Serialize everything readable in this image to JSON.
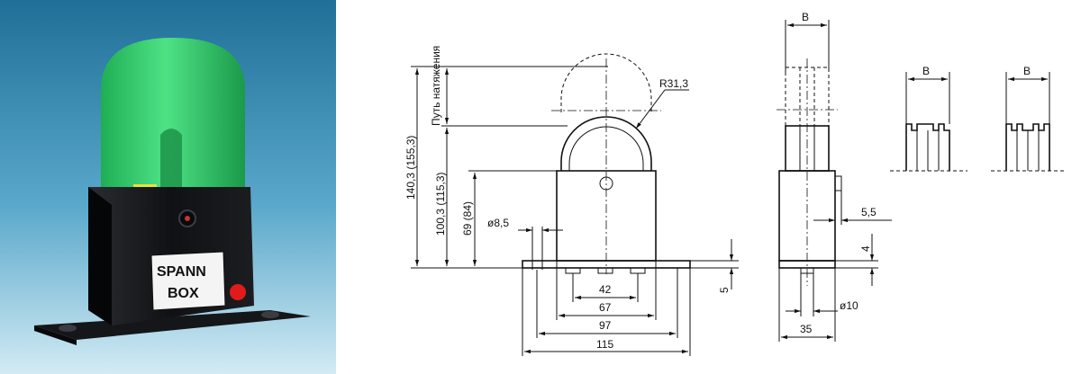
{
  "photo": {
    "logo_line1": "SPANN",
    "logo_line2": "BOX",
    "colors": {
      "background_top": "#2a7fa8",
      "background_bottom": "#bfe0ee",
      "body": "#121316",
      "cap": "#2ecc6a",
      "indicator_red": "#e01b1b",
      "indicator_yellow": "#e8e23a"
    }
  },
  "drawing": {
    "front_view": {
      "travel_label": "Путь натяжения",
      "dim_total_height": "140,3 (155,3)",
      "dim_roller_height": "100,3 (115,3)",
      "dim_body_height": "69 (84)",
      "dim_hole": "ø8,5",
      "dim_radius": "R31,3",
      "dim_42": "42",
      "dim_67": "67",
      "dim_97": "97",
      "dim_115": "115",
      "dim_base": "5"
    },
    "side_view": {
      "dim_width": "B",
      "dim_5_5": "5,5",
      "dim_4": "4",
      "dim_diameter": "ø10",
      "dim_35": "35"
    },
    "variants": [
      {
        "label": "B"
      },
      {
        "label": "B"
      }
    ]
  }
}
